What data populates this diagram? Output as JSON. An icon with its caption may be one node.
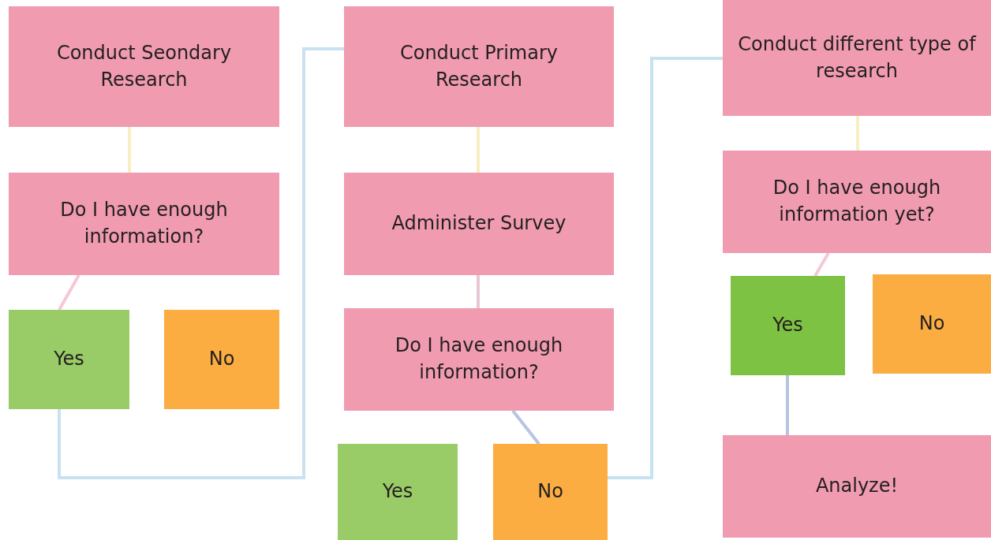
{
  "diagram": {
    "nodes": [
      {
        "text": [
          "Conduct Seondary Research"
        ]
      },
      {
        "text": [
          "Do I have enough information?"
        ]
      },
      {
        "text": [
          "Yes"
        ]
      },
      {
        "text": [
          "No"
        ]
      },
      {
        "text": [
          "Conduct Primary Research"
        ]
      },
      {
        "text": [
          "Administer Survey"
        ]
      },
      {
        "text": [
          "Do I have enough information?"
        ]
      },
      {
        "text": [
          "Yes"
        ]
      },
      {
        "text": [
          "No"
        ]
      },
      {
        "text": [
          "Conduct different type of research"
        ]
      },
      {
        "text": [
          "Do I have enough information yet?"
        ]
      },
      {
        "text": [
          "Yes"
        ]
      },
      {
        "text": [
          "No"
        ]
      },
      {
        "text": [
          "Analyze!"
        ]
      }
    ],
    "edges": [
      {
        "from": 0,
        "to": 1,
        "arrow": "none",
        "color": "#f7efc2"
      },
      {
        "from": 1,
        "to": 2,
        "arrow": "none",
        "color": "#f3c9d6"
      },
      {
        "from": 2,
        "to": 4,
        "arrow": "none",
        "color": "#c9e1f0"
      },
      {
        "from": 4,
        "to": 5,
        "arrow": "none",
        "color": "#f7efc2"
      },
      {
        "from": 5,
        "to": 6,
        "arrow": "none",
        "color": "#e9c6d6"
      },
      {
        "from": 6,
        "to": 8,
        "arrow": "none",
        "color": "#b9c3e2"
      },
      {
        "from": 8,
        "to": 9,
        "arrow": "none",
        "color": "#c5e3f0"
      },
      {
        "from": 9,
        "to": 10,
        "arrow": "none",
        "color": "#f7efc2"
      },
      {
        "from": 10,
        "to": 11,
        "arrow": "none",
        "color": "#f3c9d6"
      },
      {
        "from": 11,
        "to": 13,
        "arrow": "none",
        "color": "#b9c3e2"
      }
    ]
  }
}
